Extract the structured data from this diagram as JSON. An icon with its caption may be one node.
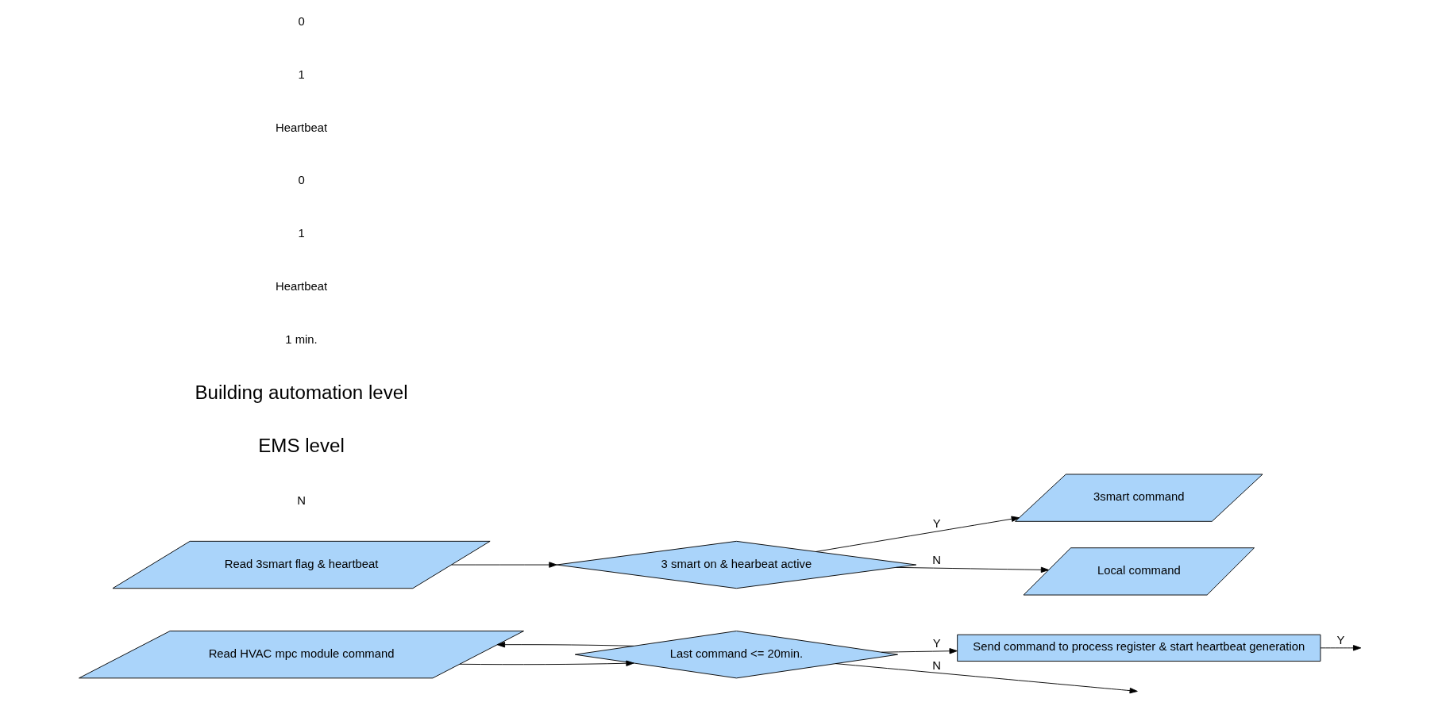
{
  "diagram": {
    "nodes": [
      {
        "text": [
          "Read HVAC mpc module command"
        ]
      },
      {
        "text": [
          "Last command <= 20min."
        ]
      },
      {
        "text": [
          "Send command to process register & start heartbeat generation"
        ]
      },
      {
        "text": [
          "Read 3smart flag & heartbeat"
        ]
      },
      {
        "text": [
          "3 smart on & hearbeat active"
        ]
      },
      {
        "text": [
          "3smart command"
        ]
      },
      {
        "text": [
          "Local command"
        ]
      }
    ],
    "edges": [
      {
        "from": 0,
        "to": 1,
        "arrow": "to"
      },
      {
        "from": 1,
        "to": 2,
        "arrow": "to",
        "label": "Y"
      },
      {
        "from": 1,
        "to": 0,
        "arrow": "to"
      },
      {
        "from": 1,
        "to": null,
        "arrow": "to",
        "label": "N"
      },
      {
        "from": 2,
        "to": null,
        "arrow": "to",
        "label": "Y"
      },
      {
        "from": 3,
        "to": 4,
        "arrow": "to"
      },
      {
        "from": 4,
        "to": 5,
        "arrow": "to",
        "label": "Y"
      },
      {
        "from": 4,
        "to": 6,
        "arrow": "to",
        "label": "N"
      }
    ],
    "labels": [
      "N",
      "EMS level",
      "Building automation level",
      "1 min.",
      "Heartbeat",
      "1",
      "0",
      "Heartbeat",
      "1",
      "0"
    ]
  }
}
